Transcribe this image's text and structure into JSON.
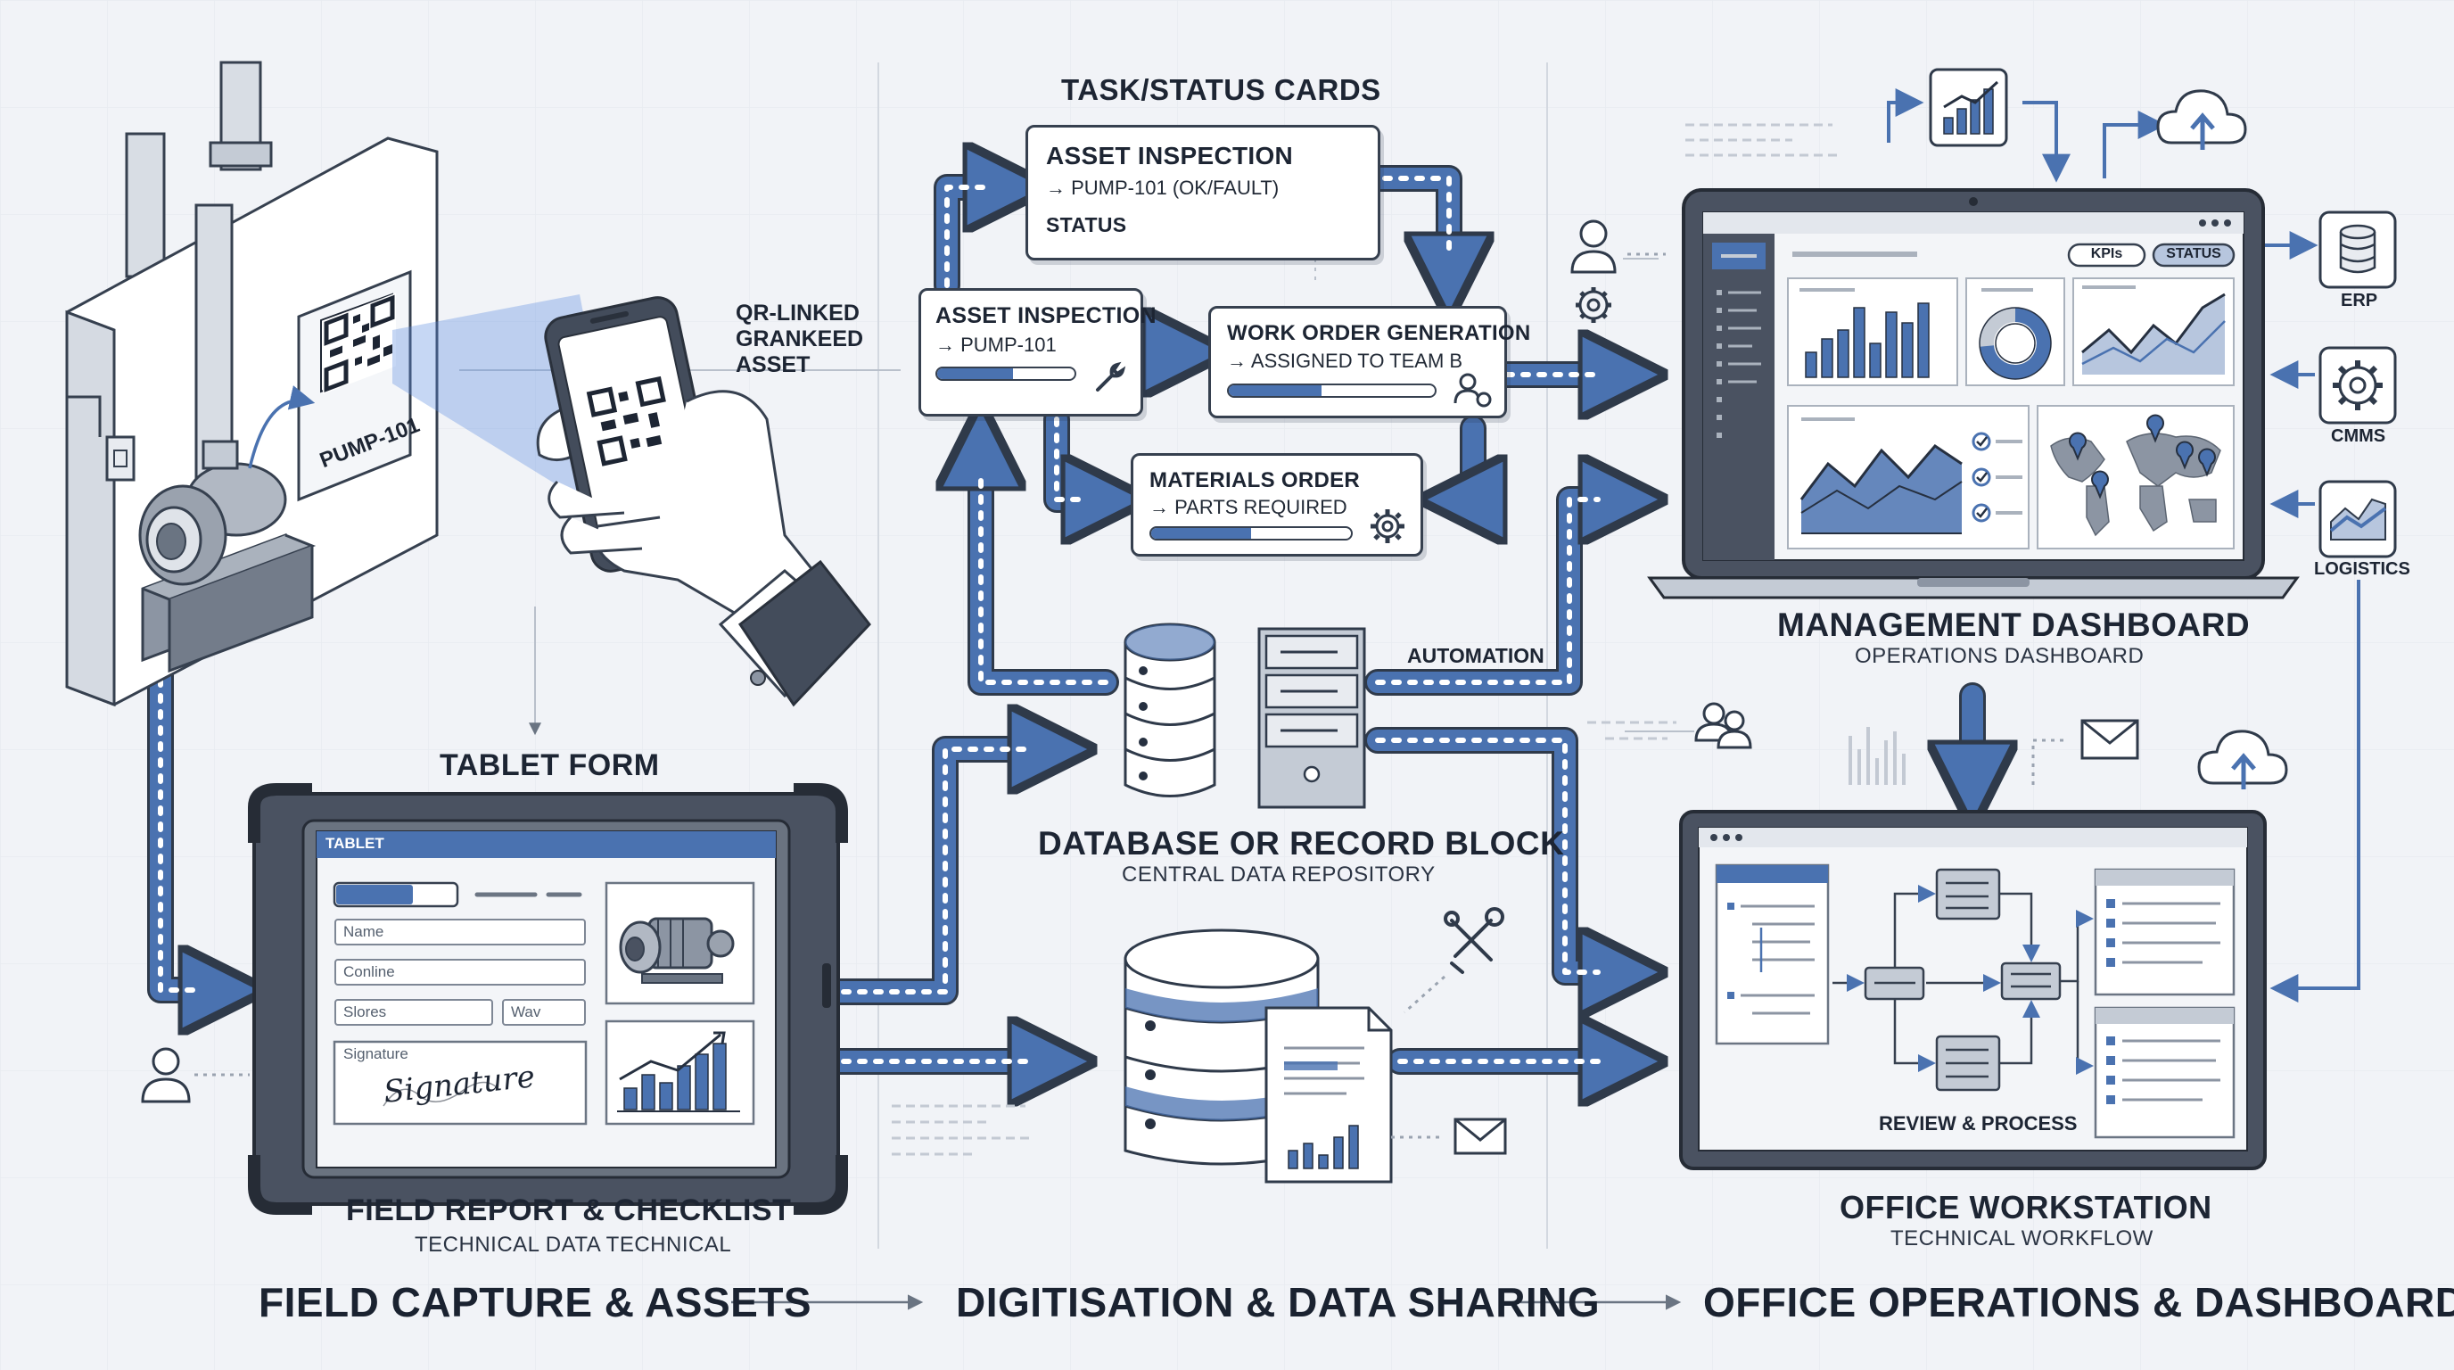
{
  "bands": {
    "field": "FIELD CAPTURE & ASSETS",
    "digitisation": "DIGITISATION & DATA SHARING",
    "office": "OFFICE OPERATIONS & DASHBOARD"
  },
  "asset": {
    "tag": "PUMP-101",
    "qr_label": "QR-LINKED\nGRANKEED\nASSET"
  },
  "tablet": {
    "section_title": "TABLET FORM",
    "header": "TABLET",
    "fields": [
      "Name",
      "Conline",
      "Slores",
      "Wav",
      "Signature"
    ],
    "signature_text": "Signature",
    "caption_title": "FIELD REPORT & CHECKLIST",
    "caption_sub": "TECHNICAL DATA TECHNICAL"
  },
  "task_cards": {
    "section_title": "TASK/STATUS CARDS",
    "status_card": {
      "title": "ASSET INSPECTION",
      "sub": "→ PUMP-101 (OK/FAULT)",
      "status_label": "STATUS"
    },
    "inspection_card": {
      "title": "ASSET INSPECTION",
      "sub": "→ PUMP-101",
      "progress": 0.55
    },
    "work_order_card": {
      "title": "WORK ORDER GENERATION",
      "sub": "→ ASSIGNED TO TEAM B",
      "progress": 0.45
    },
    "materials_card": {
      "title": "MATERIALS ORDER",
      "sub": "→ PARTS REQUIRED",
      "progress": 0.5
    }
  },
  "database": {
    "automation_label": "AUTOMATION",
    "title": "DATABASE OR RECORD BLOCK",
    "sub": "CENTRAL DATA REPOSITORY"
  },
  "management": {
    "kpis_badge": "KPIs",
    "status_badge": "STATUS",
    "title": "MANAGEMENT DASHBOARD",
    "sub": "OPERATIONS DASHBOARD"
  },
  "integrations": [
    "ERP",
    "CMMS",
    "LOGISTICS"
  ],
  "office": {
    "review_label": "REVIEW & PROCESS",
    "title": "OFFICE WORKSTATION",
    "sub": "TECHNICAL WORKFLOW"
  },
  "colors": {
    "accent": "#4a72b0",
    "line": "#36404f",
    "background": "#f1f3f7"
  }
}
